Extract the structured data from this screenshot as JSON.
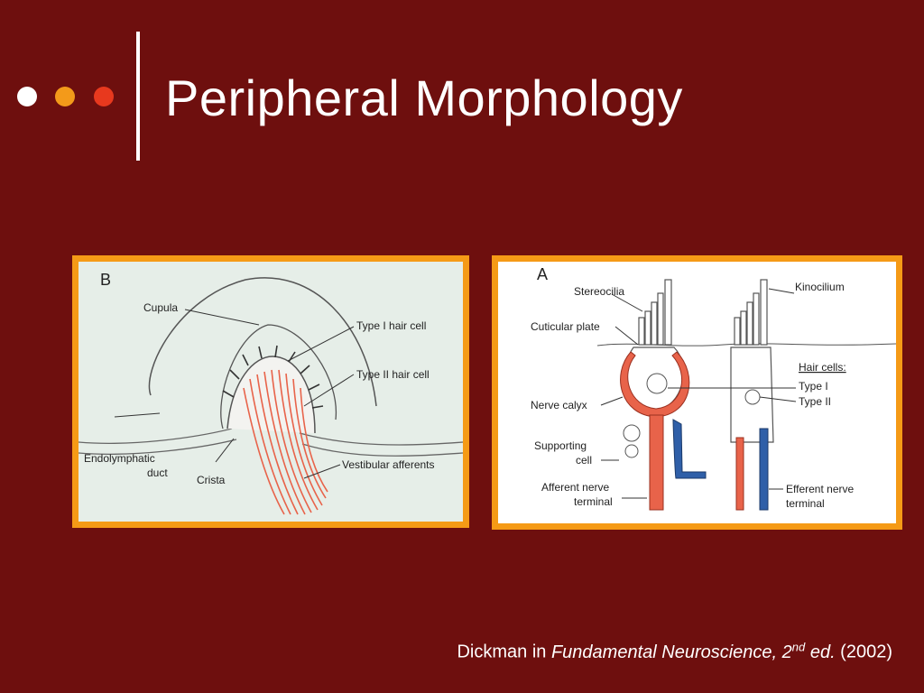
{
  "slide": {
    "title": "Peripheral Morphology",
    "bullet_colors": [
      "#ffffff",
      "#f39a1a",
      "#e8391e"
    ]
  },
  "figure_b": {
    "panel_letter": "B",
    "labels": {
      "cupula": "Cupula",
      "type1": "Type I hair cell",
      "type2": "Type II hair cell",
      "endolymph": "Endolymphatic",
      "duct": "duct",
      "crista": "Crista",
      "afferents": "Vestibular afferents"
    }
  },
  "figure_a": {
    "panel_letter": "A",
    "labels": {
      "stereocilia": "Stereocilia",
      "kinocilium": "Kinocilium",
      "cuticular": "Cuticular plate",
      "hair_cells": "Hair cells:",
      "type1": "Type I",
      "type2": "Type II",
      "calyx": "Nerve calyx",
      "supporting1": "Supporting",
      "supporting2": "cell",
      "afferent1": "Afferent nerve",
      "afferent2": "terminal",
      "efferent1": "Efferent nerve",
      "efferent2": "terminal"
    }
  },
  "citation": {
    "prefix": "Dickman in ",
    "book": "Fundamental Neuroscience, 2",
    "sup": "nd",
    "ed": " ed.",
    "year": " (2002)"
  },
  "colors": {
    "background": "#6e0f0e",
    "frame": "#f59a16",
    "afferent": "#e8634a",
    "efferent": "#2f5fa8"
  }
}
